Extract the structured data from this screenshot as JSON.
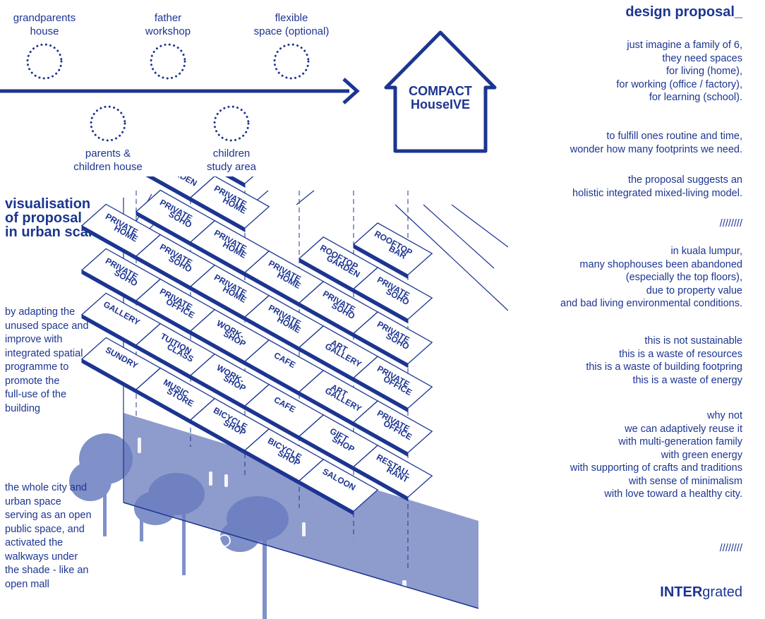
{
  "timeline": {
    "top_nodes": [
      "grandparents\nhouse",
      "father\nworkshop",
      "flexible\nspace (optional)"
    ],
    "bottom_nodes": [
      "parents &\nchildren house",
      "children\nstudy area"
    ]
  },
  "house": {
    "line1": "COMPACT",
    "line2": "HouseIVE"
  },
  "left": {
    "heading": [
      "visualisation",
      "of proposal",
      "in urban scale"
    ],
    "para1": [
      "by adapting the",
      "unused space and",
      "improve with",
      "integrated spatial",
      "programme to",
      "promote the",
      "full-use of the",
      "building"
    ],
    "para2": [
      "the whole city and",
      "urban space",
      "serving as an open",
      "public space, and",
      "activated the",
      "walkways under",
      "the shade - like an",
      "open mall"
    ]
  },
  "right": {
    "title": "design proposal_",
    "block1": [
      "just imagine a family of 6,",
      "they need spaces",
      "for living (home),",
      "for working (office / factory),",
      "for learning (school)."
    ],
    "block2": [
      "to fulfill ones routine and time,",
      "wonder how many footprints we need."
    ],
    "block3": [
      "the proposal suggests an",
      "holistic integrated mixed-living model."
    ],
    "sep1": "////////",
    "block4": [
      "in kuala lumpur,",
      "many shophouses been abandoned",
      "(especially the top floors),",
      "due to property value",
      "and bad living environmental conditions."
    ],
    "block5": [
      "this is not sustainable",
      "this is a waste of resources",
      "this is a waste of building footpring",
      "this is a waste of energy"
    ],
    "block6": [
      "why not",
      "we can adaptively reuse it",
      "with multi-generation family",
      "with green energy",
      "with supporting of crafts and traditions",
      "with sense of minimalism",
      "with love toward a healthy city."
    ],
    "sep2": "////////",
    "brand_bold": "INTER",
    "brand_rest": "grated"
  },
  "slabs": [
    {
      "col": 0,
      "row": 5,
      "l1": "ROOFTOP",
      "l2": "GARDEN"
    },
    {
      "col": 1,
      "row": 6,
      "l1": "PRIVATE",
      "l2": "HOME"
    },
    {
      "col": 0,
      "row": 4,
      "l1": "PRIVATE",
      "l2": "SOHO"
    },
    {
      "col": 1,
      "row": 5,
      "l1": "PRIVATE",
      "l2": "HOME"
    },
    {
      "col": -1,
      "row": 3,
      "l1": "PRIVATE",
      "l2": "HOME"
    },
    {
      "col": 0,
      "row": 3,
      "l1": "PRIVATE",
      "l2": "SOHO"
    },
    {
      "col": 1,
      "row": 4,
      "l1": "PRIVATE",
      "l2": "HOME"
    },
    {
      "col": -1,
      "row": 2,
      "l1": "PRIVATE",
      "l2": "SOHO"
    },
    {
      "col": 0,
      "row": 2,
      "l1": "PRIVATE",
      "l2": "OFFICE"
    },
    {
      "col": 1,
      "row": 3,
      "l1": "PRIVATE",
      "l2": "HOME"
    },
    {
      "col": 2,
      "row": 4,
      "l1": "PRIVATE",
      "l2": "HOME"
    },
    {
      "col": 3,
      "row": 5,
      "l1": "ROOFTOP",
      "l2": "GARDEN"
    },
    {
      "col": 4,
      "row": 6,
      "l1": "ROOFTOP",
      "l2": "BAR"
    },
    {
      "col": -1,
      "row": 1,
      "l1": "GALLERY",
      "l2": ""
    },
    {
      "col": 0,
      "row": 1,
      "l1": "TUITION",
      "l2": "CLASS"
    },
    {
      "col": 1,
      "row": 2,
      "l1": "WORK-",
      "l2": "SHOP"
    },
    {
      "col": 2,
      "row": 3,
      "l1": "PRIVATE",
      "l2": "HOME"
    },
    {
      "col": 3,
      "row": 4,
      "l1": "PRIVATE",
      "l2": "SOHO"
    },
    {
      "col": 4,
      "row": 5,
      "l1": "PRIVATE",
      "l2": "SOHO"
    },
    {
      "col": -1,
      "row": 0,
      "l1": "SUNDRY",
      "l2": ""
    },
    {
      "col": 0,
      "row": 0,
      "l1": "MUSIC",
      "l2": "STORE"
    },
    {
      "col": 1,
      "row": 1,
      "l1": "WORK-",
      "l2": "SHOP"
    },
    {
      "col": 2,
      "row": 2,
      "l1": "CAFE",
      "l2": ""
    },
    {
      "col": 3,
      "row": 3,
      "l1": "ART",
      "l2": "GALLERY"
    },
    {
      "col": 4,
      "row": 4,
      "l1": "PRIVATE",
      "l2": "SOHO"
    },
    {
      "col": 1,
      "row": 0,
      "l1": "BICYCLE",
      "l2": "SHOP"
    },
    {
      "col": 2,
      "row": 1,
      "l1": "CAFE",
      "l2": ""
    },
    {
      "col": 3,
      "row": 2,
      "l1": "ART",
      "l2": "GALLERY"
    },
    {
      "col": 4,
      "row": 3,
      "l1": "PRIVATE",
      "l2": "OFFICE"
    },
    {
      "col": 2,
      "row": 0,
      "l1": "BICYCLE",
      "l2": "SHOP"
    },
    {
      "col": 3,
      "row": 1,
      "l1": "GIFT",
      "l2": "SHOP"
    },
    {
      "col": 4,
      "row": 2,
      "l1": "PRIVATE",
      "l2": "OFFICE"
    },
    {
      "col": 3,
      "row": 0,
      "l1": "SALOON",
      "l2": ""
    },
    {
      "col": 4,
      "row": 1,
      "l1": "RESTAU-",
      "l2": "RANT"
    }
  ],
  "colors": {
    "primary": "#1c3591",
    "shade": "#8e9ccd",
    "tree": "#6a7dbf"
  }
}
